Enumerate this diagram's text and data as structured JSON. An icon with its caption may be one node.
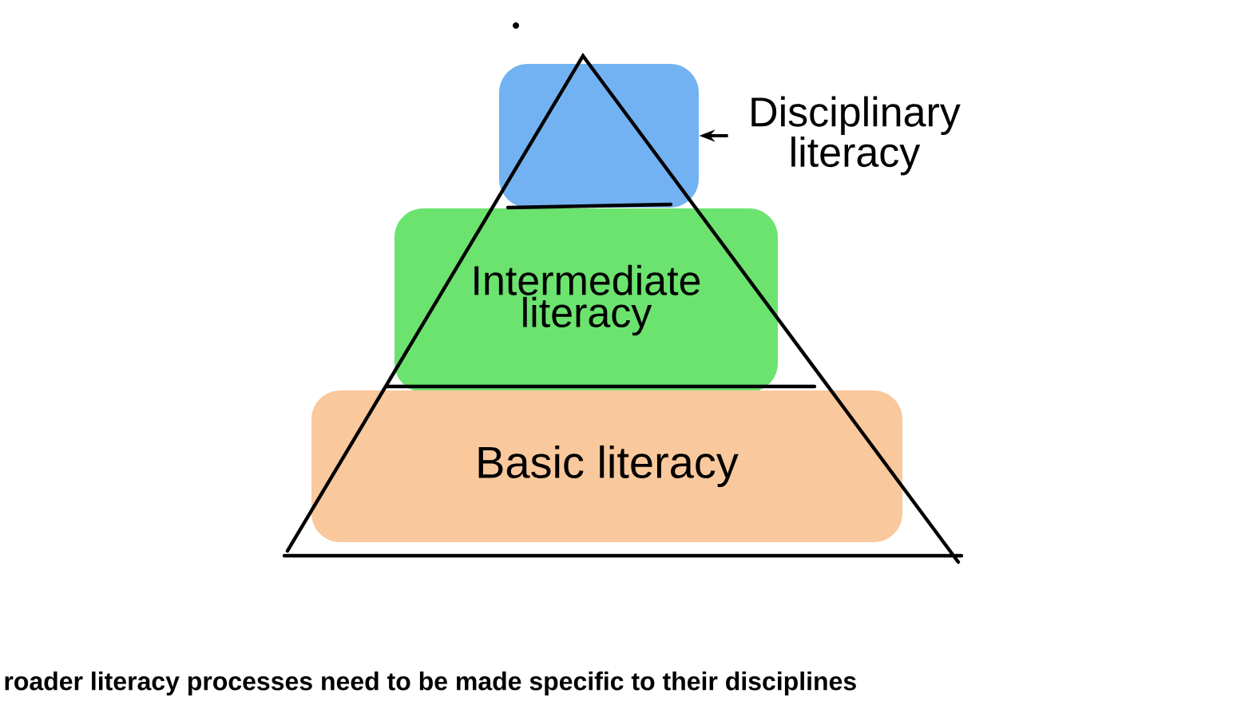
{
  "diagram": {
    "caption": "roader literacy processes need to be made specific to their disciplines",
    "nodes": [
      {
        "text": [
          "Disciplinary literacy"
        ]
      },
      {
        "text": [],
        "shape": "box"
      },
      {
        "text": [
          "Intermediate literacy"
        ]
      },
      {
        "text": [
          "Basic literacy"
        ]
      }
    ],
    "edges": [
      {
        "from": 0,
        "to": 1,
        "arrow": "to"
      }
    ]
  }
}
